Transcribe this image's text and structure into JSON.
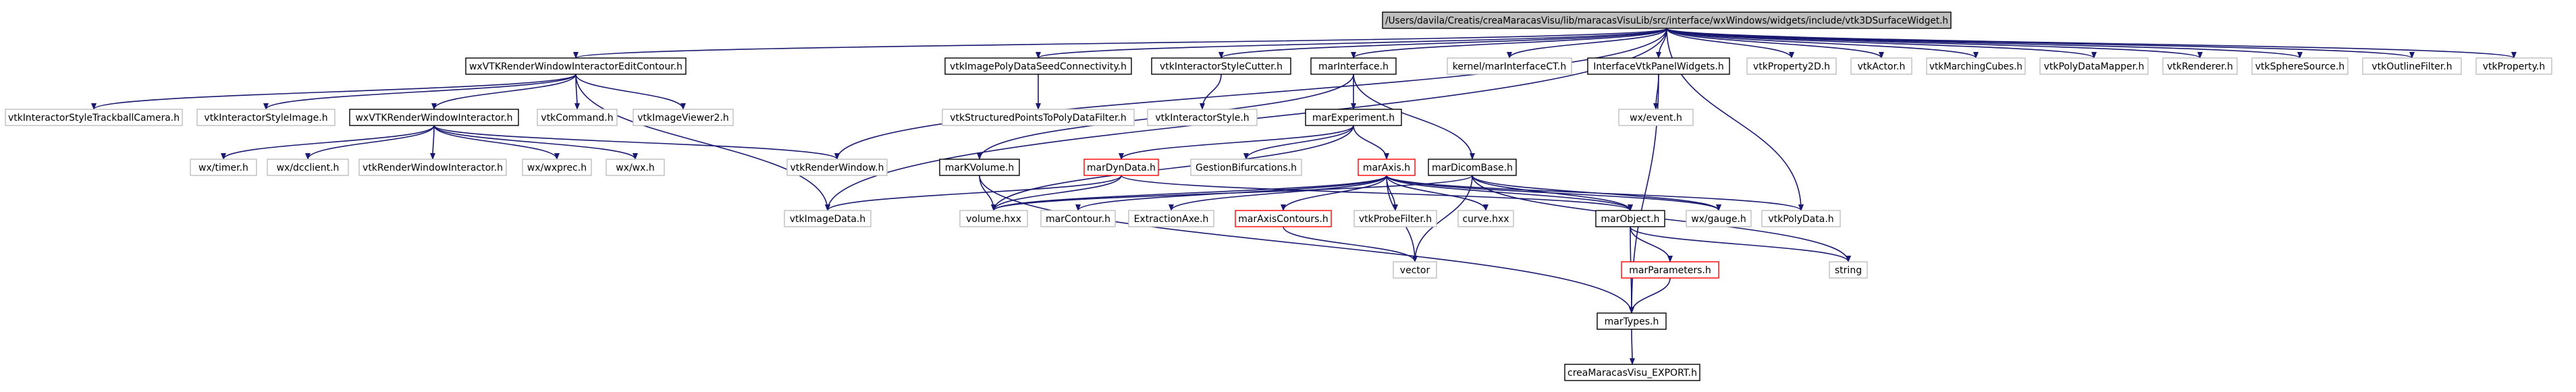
{
  "colors": {
    "edge": "#191970",
    "root_fill": "#bfbfbf",
    "root_border": "#000000",
    "documented_border": "#000000",
    "undocumented_border": "#bfbfbf",
    "missing_border": "#ff0000",
    "node_fill": "#ffffff"
  },
  "nodes": [
    {
      "id": "root",
      "label": "/Users/davila/Creatis/creaMaracasVisu/lib/maracasVisuLib/src/interface/wxWindows/widgets/include/vtk3DSurfaceWidget.h",
      "kind": "root"
    },
    {
      "id": "wxvtkedit",
      "label": "wxVTKRenderWindowInteractorEditContour.h",
      "kind": "doc"
    },
    {
      "id": "seedconn",
      "label": "vtkImagePolyDataSeedConnectivity.h",
      "kind": "doc"
    },
    {
      "id": "stylecutter",
      "label": "vtkInteractorStyleCutter.h",
      "kind": "doc"
    },
    {
      "id": "marinterface",
      "label": "marInterface.h",
      "kind": "doc"
    },
    {
      "id": "kernel",
      "label": "kernel/marInterfaceCT.h",
      "kind": "undoc"
    },
    {
      "id": "panelwidgets",
      "label": "InterfaceVtkPanelWidgets.h",
      "kind": "doc"
    },
    {
      "id": "property2d",
      "label": "vtkProperty2D.h",
      "kind": "undoc"
    },
    {
      "id": "actor",
      "label": "vtkActor.h",
      "kind": "undoc"
    },
    {
      "id": "marchingcubes",
      "label": "vtkMarchingCubes.h",
      "kind": "undoc"
    },
    {
      "id": "polymapper",
      "label": "vtkPolyDataMapper.h",
      "kind": "undoc"
    },
    {
      "id": "renderer",
      "label": "vtkRenderer.h",
      "kind": "undoc"
    },
    {
      "id": "sphere",
      "label": "vtkSphereSource.h",
      "kind": "undoc"
    },
    {
      "id": "outline",
      "label": "vtkOutlineFilter.h",
      "kind": "undoc"
    },
    {
      "id": "property",
      "label": "vtkProperty.h",
      "kind": "undoc"
    },
    {
      "id": "trackball",
      "label": "vtkInteractorStyleTrackballCamera.h",
      "kind": "undoc"
    },
    {
      "id": "styleimage",
      "label": "vtkInteractorStyleImage.h",
      "kind": "undoc"
    },
    {
      "id": "wxvtkrwi",
      "label": "wxVTKRenderWindowInteractor.h",
      "kind": "doc"
    },
    {
      "id": "vtkcommand",
      "label": "vtkCommand.h",
      "kind": "undoc"
    },
    {
      "id": "imageviewer2",
      "label": "vtkImageViewer2.h",
      "kind": "undoc"
    },
    {
      "id": "structpoints",
      "label": "vtkStructuredPointsToPolyDataFilter.h",
      "kind": "undoc"
    },
    {
      "id": "interactorstyle",
      "label": "vtkInteractorStyle.h",
      "kind": "undoc"
    },
    {
      "id": "marexperiment",
      "label": "marExperiment.h",
      "kind": "doc"
    },
    {
      "id": "wxevent",
      "label": "wx/event.h",
      "kind": "undoc"
    },
    {
      "id": "wxtimer",
      "label": "wx/timer.h",
      "kind": "undoc"
    },
    {
      "id": "wxdcclient",
      "label": "wx/dcclient.h",
      "kind": "undoc"
    },
    {
      "id": "vtkrwi",
      "label": "vtkRenderWindowInteractor.h",
      "kind": "undoc"
    },
    {
      "id": "wxwxprec",
      "label": "wx/wxprec.h",
      "kind": "undoc"
    },
    {
      "id": "wxwx",
      "label": "wx/wx.h",
      "kind": "undoc"
    },
    {
      "id": "renderwindow",
      "label": "vtkRenderWindow.h",
      "kind": "undoc"
    },
    {
      "id": "markvolume",
      "label": "marKVolume.h",
      "kind": "doc"
    },
    {
      "id": "mardyndata",
      "label": "marDynData.h",
      "kind": "missing"
    },
    {
      "id": "gestion",
      "label": "GestionBifurcations.h",
      "kind": "undoc"
    },
    {
      "id": "maraxis",
      "label": "marAxis.h",
      "kind": "missing"
    },
    {
      "id": "mardicombase",
      "label": "marDicomBase.h",
      "kind": "doc"
    },
    {
      "id": "imagedata",
      "label": "vtkImageData.h",
      "kind": "undoc"
    },
    {
      "id": "volume",
      "label": "volume.hxx",
      "kind": "undoc"
    },
    {
      "id": "marcontour",
      "label": "marContour.h",
      "kind": "undoc"
    },
    {
      "id": "extractionaxe",
      "label": "ExtractionAxe.h",
      "kind": "undoc"
    },
    {
      "id": "maraxiscontours",
      "label": "marAxisContours.h",
      "kind": "missing"
    },
    {
      "id": "probefilter",
      "label": "vtkProbeFilter.h",
      "kind": "undoc"
    },
    {
      "id": "curve",
      "label": "curve.hxx",
      "kind": "undoc"
    },
    {
      "id": "marobject",
      "label": "marObject.h",
      "kind": "doc"
    },
    {
      "id": "wxgauge",
      "label": "wx/gauge.h",
      "kind": "undoc"
    },
    {
      "id": "polydata",
      "label": "vtkPolyData.h",
      "kind": "undoc"
    },
    {
      "id": "vector",
      "label": "vector",
      "kind": "undoc"
    },
    {
      "id": "marparameters",
      "label": "marParameters.h",
      "kind": "missing"
    },
    {
      "id": "string",
      "label": "string",
      "kind": "undoc"
    },
    {
      "id": "martypes",
      "label": "marTypes.h",
      "kind": "doc"
    },
    {
      "id": "export",
      "label": "creaMaracasVisu_EXPORT.h",
      "kind": "doc"
    }
  ],
  "edges": [
    [
      "root",
      "wxvtkedit"
    ],
    [
      "root",
      "seedconn"
    ],
    [
      "root",
      "stylecutter"
    ],
    [
      "root",
      "marinterface"
    ],
    [
      "root",
      "kernel"
    ],
    [
      "root",
      "panelwidgets"
    ],
    [
      "root",
      "property2d"
    ],
    [
      "root",
      "actor"
    ],
    [
      "root",
      "marchingcubes"
    ],
    [
      "root",
      "polymapper"
    ],
    [
      "root",
      "renderer"
    ],
    [
      "root",
      "sphere"
    ],
    [
      "root",
      "outline"
    ],
    [
      "root",
      "property"
    ],
    [
      "root",
      "renderwindow"
    ],
    [
      "root",
      "imagedata"
    ],
    [
      "root",
      "polydata"
    ],
    [
      "wxvtkedit",
      "trackball"
    ],
    [
      "wxvtkedit",
      "styleimage"
    ],
    [
      "wxvtkedit",
      "wxvtkrwi"
    ],
    [
      "wxvtkedit",
      "vtkcommand"
    ],
    [
      "wxvtkedit",
      "imageviewer2"
    ],
    [
      "wxvtkedit",
      "imagedata"
    ],
    [
      "wxvtkrwi",
      "wxtimer"
    ],
    [
      "wxvtkrwi",
      "wxdcclient"
    ],
    [
      "wxvtkrwi",
      "vtkrwi"
    ],
    [
      "wxvtkrwi",
      "wxwxprec"
    ],
    [
      "wxvtkrwi",
      "wxwx"
    ],
    [
      "wxvtkrwi",
      "renderwindow"
    ],
    [
      "seedconn",
      "structpoints"
    ],
    [
      "stylecutter",
      "interactorstyle"
    ],
    [
      "marinterface",
      "marexperiment"
    ],
    [
      "marinterface",
      "mardicombase"
    ],
    [
      "marinterface",
      "markvolume"
    ],
    [
      "panelwidgets",
      "wxevent"
    ],
    [
      "panelwidgets",
      "martypes"
    ],
    [
      "marexperiment",
      "mardyndata"
    ],
    [
      "marexperiment",
      "gestion"
    ],
    [
      "marexperiment",
      "maraxis"
    ],
    [
      "marexperiment",
      "volume"
    ],
    [
      "markvolume",
      "volume"
    ],
    [
      "markvolume",
      "martypes"
    ],
    [
      "mardyndata",
      "imagedata"
    ],
    [
      "mardyndata",
      "volume"
    ],
    [
      "mardyndata",
      "marobject"
    ],
    [
      "maraxis",
      "volume"
    ],
    [
      "maraxis",
      "marcontour"
    ],
    [
      "maraxis",
      "extractionaxe"
    ],
    [
      "maraxis",
      "maraxiscontours"
    ],
    [
      "maraxis",
      "probefilter"
    ],
    [
      "maraxis",
      "curve"
    ],
    [
      "maraxis",
      "marobject"
    ],
    [
      "maraxis",
      "wxgauge"
    ],
    [
      "maraxis",
      "vector"
    ],
    [
      "maraxis",
      "polydata"
    ],
    [
      "mardicombase",
      "marobject"
    ],
    [
      "mardicombase",
      "volume"
    ],
    [
      "mardicombase",
      "wxgauge"
    ],
    [
      "mardicombase",
      "vector"
    ],
    [
      "mardicombase",
      "string"
    ],
    [
      "maraxiscontours",
      "vector"
    ],
    [
      "marobject",
      "marparameters"
    ],
    [
      "marobject",
      "martypes"
    ],
    [
      "marobject",
      "string"
    ],
    [
      "marparameters",
      "martypes"
    ],
    [
      "martypes",
      "export"
    ]
  ]
}
